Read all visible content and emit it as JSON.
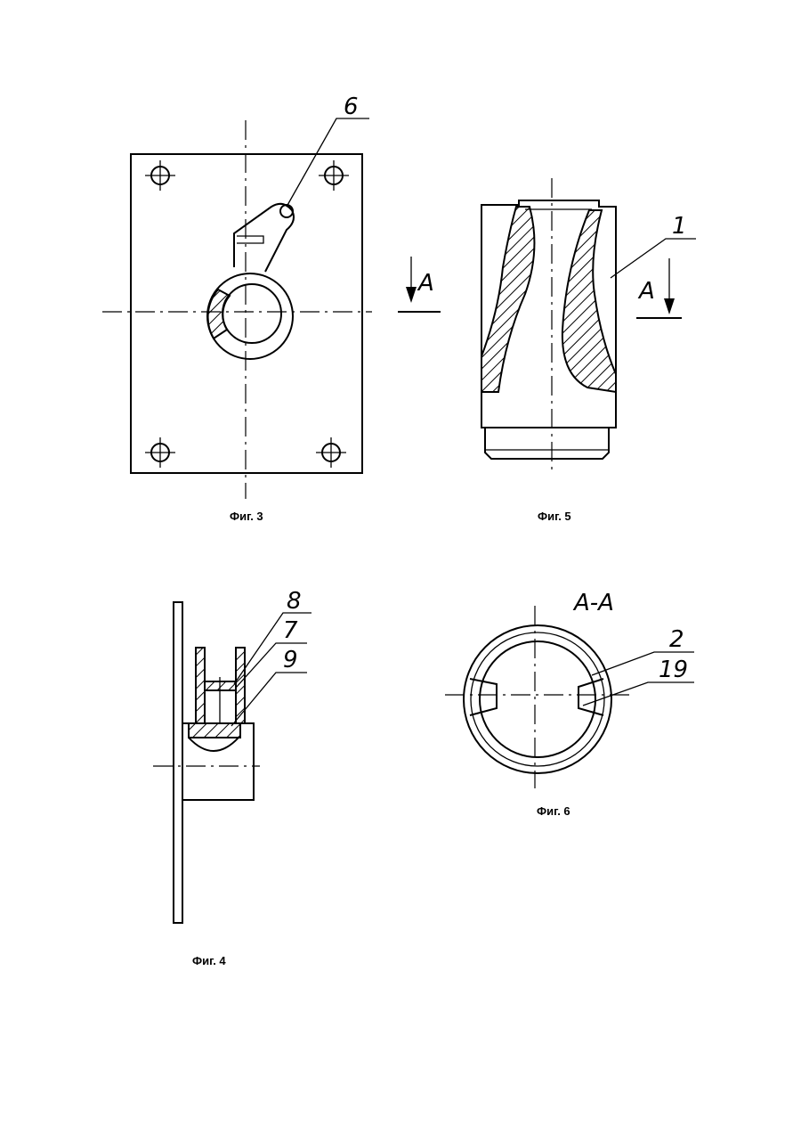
{
  "figures": {
    "fig3": {
      "caption": "Фиг. 3",
      "labels": {
        "part_6": "6",
        "view_a": "А"
      }
    },
    "fig5": {
      "caption": "Фиг. 5",
      "labels": {
        "part_1": "1",
        "view_a": "А"
      }
    },
    "fig4": {
      "caption": "Фиг. 4",
      "labels": {
        "part_8": "8",
        "part_7": "7",
        "part_9": "9"
      }
    },
    "fig6": {
      "caption": "Фиг. 6",
      "labels": {
        "section": "А-А",
        "part_2": "2",
        "part_19": "19"
      }
    }
  }
}
